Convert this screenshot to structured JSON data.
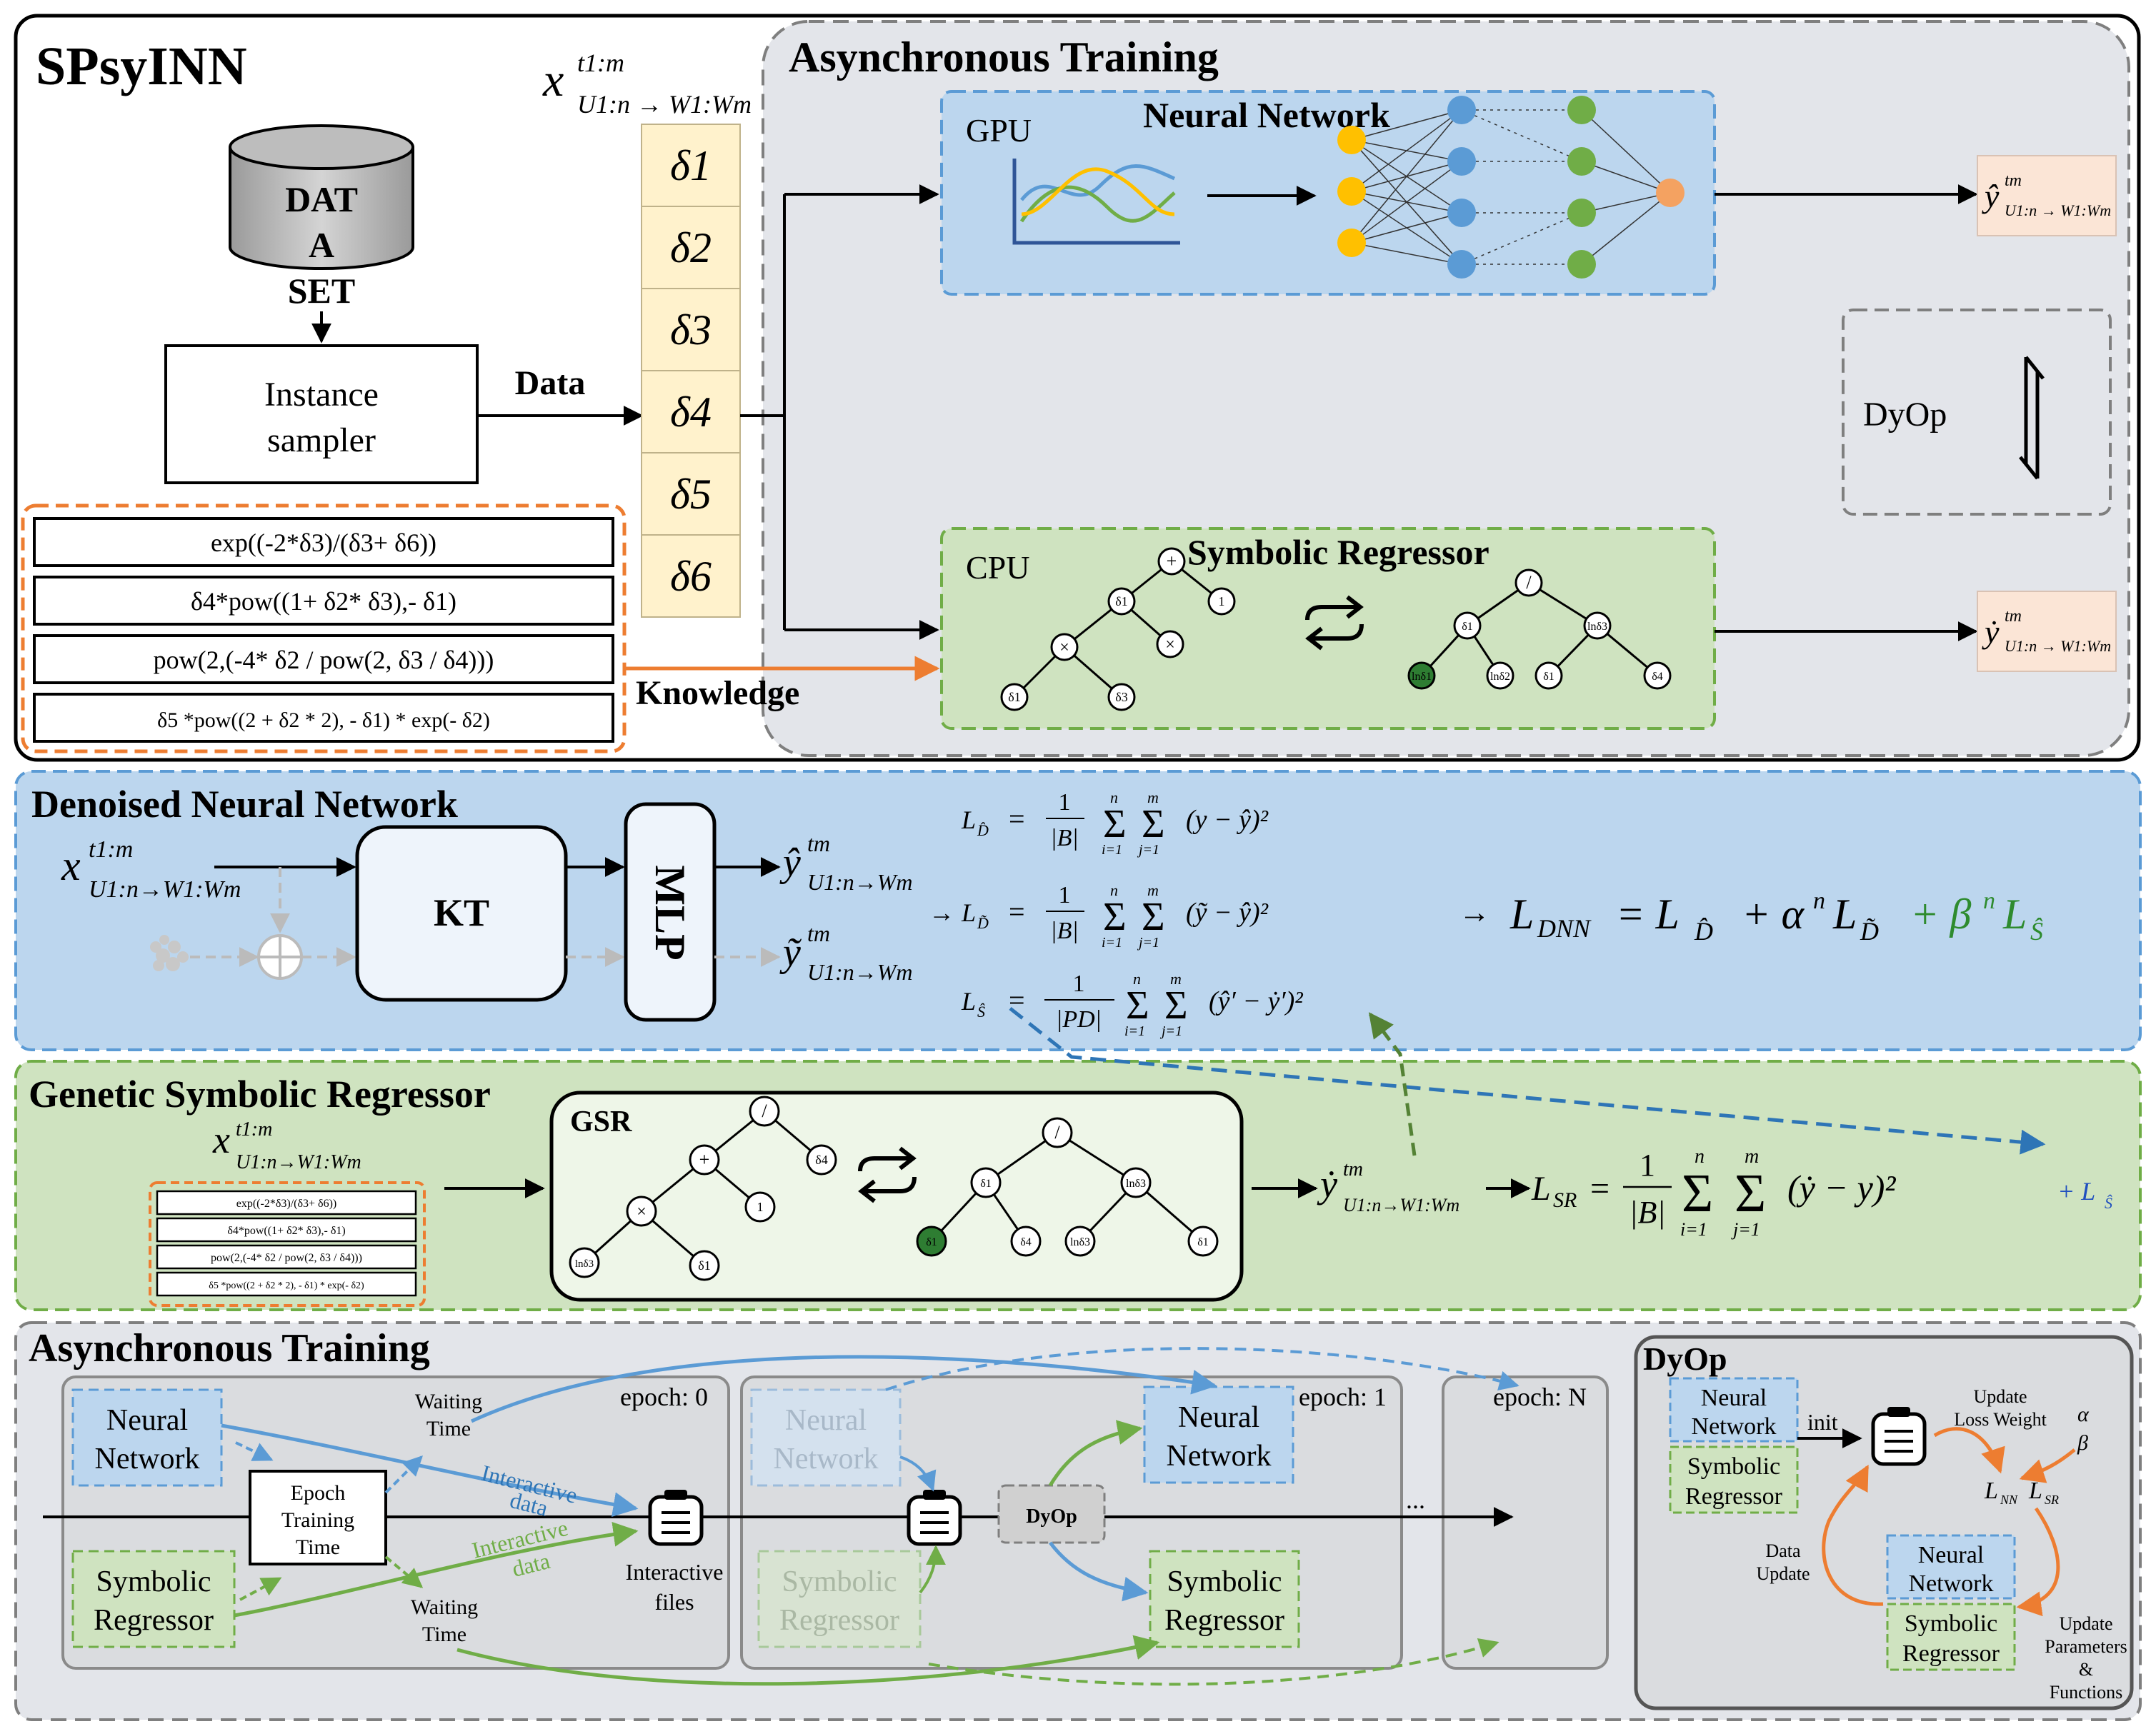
{
  "top": {
    "title": "SPsyINN",
    "dataset_line1": "DAT",
    "dataset_line2": "A",
    "dataset_line3": "SET",
    "sampler_line1": "Instance",
    "sampler_line2": "sampler",
    "data_label": "Data",
    "knowledge_label": "Knowledge",
    "input_x": "x",
    "input_sup": "t1:m",
    "input_sub": "U1:n → W1:Wm",
    "deltas": [
      "δ1",
      "δ2",
      "δ3",
      "δ4",
      "δ5",
      "δ6"
    ],
    "formulas": [
      "exp((-2*δ3)/(δ3+ δ6))",
      "δ4*pow((1+ δ2* δ3),- δ1)",
      "pow(2,(-4* δ2 / pow(2, δ3 / δ4)))",
      "δ5 *pow((2 + δ2 * 2), - δ1) * exp(- δ2)"
    ],
    "async_title": "Asynchronous Training",
    "gpu_label": "GPU",
    "nn_title": "Neural Network",
    "cpu_label": "CPU",
    "sr_title": "Symbolic Regressor",
    "dyop_label": "DyOp",
    "out_nn": "ŷ",
    "out_sr": "ẏ",
    "out_sup": "tm",
    "out_sub": "U1:n → W1:Wm",
    "tree_left": {
      "root": "+",
      "a": "δ1",
      "b": "1",
      "c": "×",
      "d": "×",
      "e": "δ1",
      "f": "δ3"
    },
    "tree_right": {
      "root": "/",
      "a": "δ1",
      "b": "lnδ3",
      "c": "lnδ1",
      "d": "lnδ2",
      "e": "δ1",
      "f": "δ4"
    }
  },
  "dnn": {
    "title": "Denoised Neural Network",
    "kt_label": "KT",
    "mlp_label": "MLP",
    "x": "x",
    "x_sup": "t1:m",
    "x_sub": "U1:n→W1:Wm",
    "yhat": "ŷ",
    "ytilde": "ỹ",
    "y_sup": "tm",
    "y_sub": "U1:n→Wm",
    "eq1_lhs": "L",
    "eq1_lhs_sub": "D̂",
    "eq1_body": "(y − ŷ)²",
    "eq2_lhs_sub": "D̃",
    "eq2_body": "(ỹ − ŷ)²",
    "eq3_lhs_sub": "Ŝ",
    "eq3_body": "(ŷ′ − ẏ′)²",
    "frac_B": "|B|",
    "frac_PD": "|PD|",
    "one": "1",
    "sum_n": "n",
    "sum_m": "m",
    "sum_i": "i=1",
    "sum_j": "j=1",
    "ldnn": "L",
    "ldnn_sub": "DNN",
    "ldnn_eq": "= L",
    "ldnn_alpha": "+ α",
    "ldnn_beta": "+ β",
    "pow_n": "n"
  },
  "gsr": {
    "title": "Genetic Symbolic Regressor",
    "box_label": "GSR",
    "x": "x",
    "x_sup": "t1:m",
    "x_sub": "U1:n→W1:Wm",
    "formulas": [
      "exp((-2*δ3)/(δ3+ δ6))",
      "δ4*pow((1+ δ2* δ3),- δ1)",
      "pow(2,(-4* δ2 / pow(2, δ3 / δ4)))",
      "δ5 *pow((2 + δ2 * 2), - δ1) * exp(- δ2)"
    ],
    "ydot": "ẏ",
    "y_sup": "tm",
    "y_sub": "U1:n→W1:Wm",
    "lsr": "L",
    "lsr_sub": "SR",
    "lsr_body": "(ẏ − y)²",
    "plus_ls": "+ L",
    "plus_ls_sub": "Ŝ",
    "tree_left": {
      "root": "/",
      "a": "+",
      "b": "δ4",
      "c": "×",
      "d": "1",
      "e": "lnδ3",
      "f": "δ1"
    },
    "tree_right": {
      "root": "/",
      "a": "δ1",
      "b": "lnδ3",
      "c": "δ1",
      "d": "δ4",
      "e": "lnδ3",
      "f": "δ1"
    }
  },
  "bottom": {
    "title": "Asynchronous Training",
    "epoch0": "epoch: 0",
    "epoch1": "epoch: 1",
    "epochN": "epoch: N",
    "nn_line1": "Neural",
    "nn_line2": "Network",
    "sr_line1": "Symbolic",
    "sr_line2": "Regressor",
    "ett_line1": "Epoch",
    "ett_line2": "Training",
    "ett_line3": "Time",
    "waiting_line1": "Waiting",
    "waiting_line2": "Time",
    "interactive_line1": "Interactive",
    "interactive_line2": "data",
    "files_line1": "Interactive",
    "files_line2": "files",
    "dyop": "DyOp",
    "ellipsis": "...",
    "dyop_panel_title": "DyOp",
    "init": "init",
    "update_loss_line1": "Update",
    "update_loss_line2": "Loss Weight",
    "alpha": "α",
    "beta": "β",
    "lnn": "L",
    "lnn_sub": "NN",
    "lsr": "L",
    "lsr_sub": "SR",
    "data_update_line1": "Data",
    "data_update_line2": "Update",
    "update_params_line1": "Update",
    "update_params_line2": "Parameters",
    "update_params_line3": "&",
    "update_params_line4": "Functions"
  },
  "colors": {
    "blue_panel": "#bcd6ee",
    "green_panel": "#cfe3c0",
    "gray_panel": "#e3e5ea",
    "orange": "#ed7d31",
    "blue_arrow": "#5b9bd5",
    "green_arrow": "#70ad47",
    "delta_fill": "#fff2cc",
    "output_fill": "#fbe5d6",
    "beta_green": "#2e8b2e",
    "ls_blue": "#1f4fbf"
  }
}
